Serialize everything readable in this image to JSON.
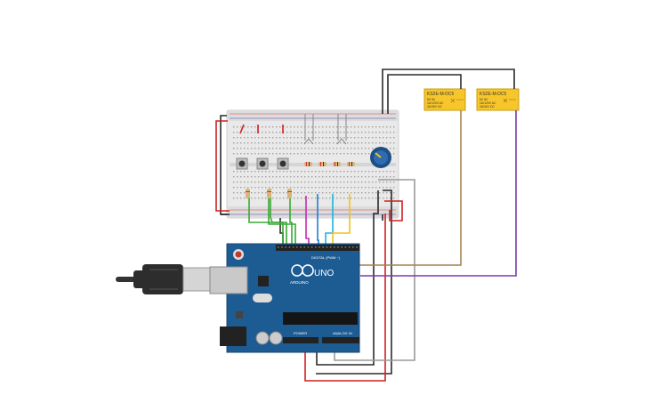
{
  "components": {
    "relay1": {
      "name": "KS2E-M-DC5",
      "specs": [
        "5V 5V",
        "1A/120V AC",
        "2A/30V DC"
      ]
    },
    "relay2": {
      "name": "KS2E-M-DC5",
      "specs": [
        "5V 5V",
        "1A/120V AC",
        "2A/30V DC"
      ]
    },
    "arduino": {
      "logo": "UNO",
      "brand": "ARDUINO",
      "digital_label": "DIGITAL (PWM ~)",
      "power_label": "POWER",
      "analog_label": "ANALOG IN"
    }
  },
  "colors": {
    "wire_black": "#2b2b2b",
    "wire_red": "#d11f1f",
    "wire_green": "#3aa935",
    "wire_blue": "#1e7fd6",
    "wire_cyan": "#18b6d9",
    "wire_yellow": "#f1c21b",
    "wire_magenta": "#c728b8",
    "wire_brown": "#a3804d",
    "wire_purple": "#7b3aa8",
    "wire_gray": "#9a9a9a",
    "board_blue": "#1d5b93",
    "relay_yellow": "#f7c62a",
    "breadboard": "#e9e9e9"
  },
  "icons": [
    "usb-cable-icon",
    "pushbutton-icon",
    "potentiometer-icon",
    "led-icon",
    "resistor-icon"
  ]
}
